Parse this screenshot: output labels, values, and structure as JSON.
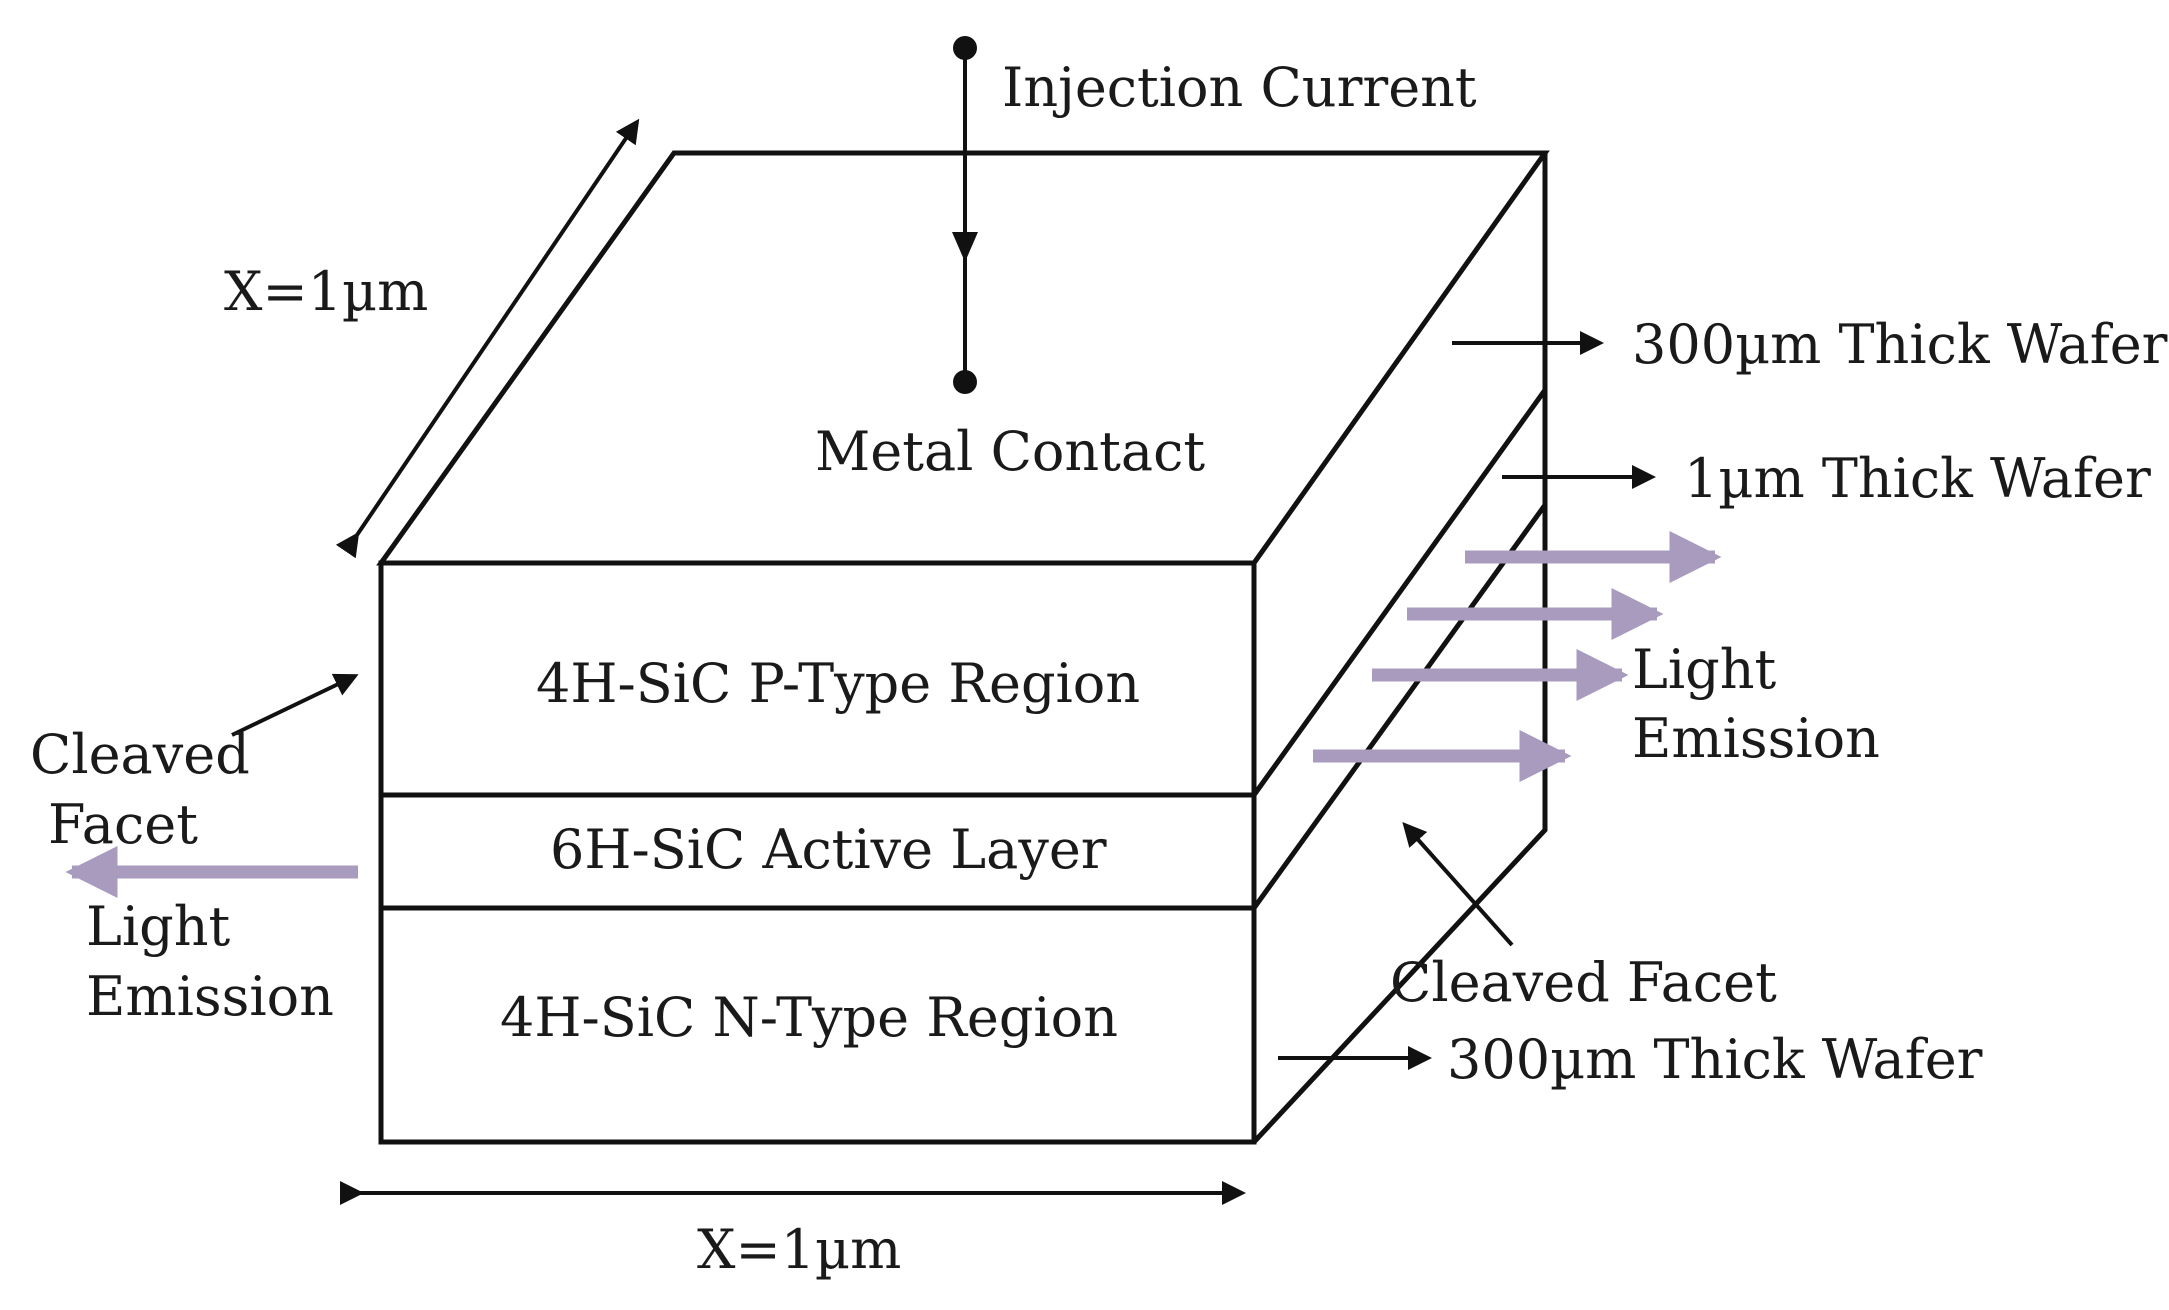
{
  "labels": {
    "injection_current": "Injection Current",
    "metal_contact": "Metal Contact",
    "depth_dimension": "X=1µm",
    "width_dimension": "X=1µm",
    "p_type_region": "4H-SiC P-Type Region",
    "active_layer": "6H-SiC Active Layer",
    "n_type_region": "4H-SiC N-Type Region",
    "wafer_top": "300µm Thick Wafer",
    "wafer_middle": "1µm Thick Wafer",
    "wafer_bottom": "300µm Thick Wafer",
    "right_light_line1": "Light",
    "right_light_line2": "Emission",
    "left_light_line1": "Light",
    "left_light_line2": "Emission",
    "left_facet_line1": "Cleaved",
    "left_facet_line2": "Facet",
    "right_facet": "Cleaved Facet"
  },
  "colors": {
    "outline": "#111111",
    "light_arrow": "#a89bbd",
    "text": "#1a1a1a"
  }
}
